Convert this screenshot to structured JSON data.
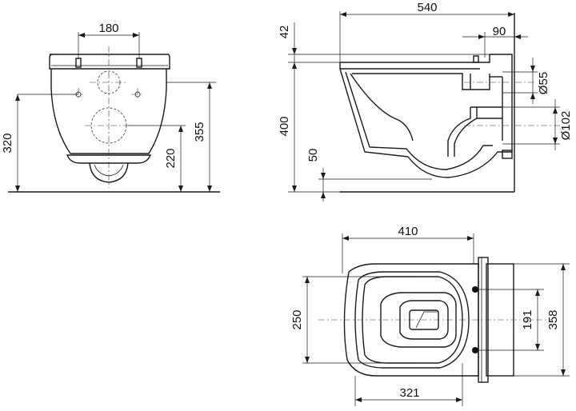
{
  "dimensions": {
    "front_width_180": "180",
    "front_height_320": "320",
    "front_height_220": "220",
    "front_height_355": "355",
    "side_length_540": "540",
    "side_top_42": "42",
    "side_offset_90": "90",
    "side_diameter_55": "Ø55",
    "side_height_400": "400",
    "side_diameter_102": "Ø102",
    "side_height_50": "50",
    "top_length_410": "410",
    "top_width_250": "250",
    "top_spacing_191": "191",
    "top_width_358": "358",
    "top_length_321": "321"
  },
  "colors": {
    "line": "#1a1a1a",
    "background": "#ffffff"
  }
}
